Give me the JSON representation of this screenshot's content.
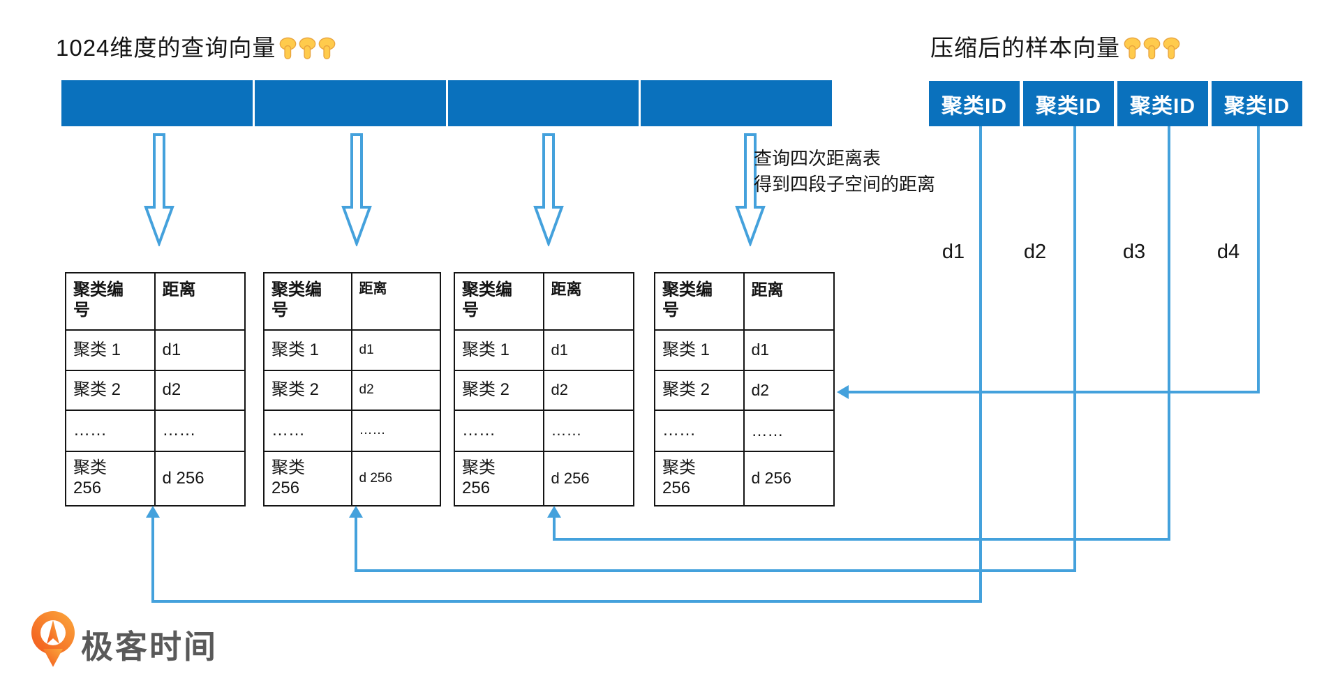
{
  "titles": {
    "query": {
      "text": "1024维度的查询向量",
      "emojis": "👇👇👇"
    },
    "sample": {
      "text": "压缩后的样本向量",
      "emojis": "👇👇👇"
    }
  },
  "query_vector": {
    "segment_count": 4
  },
  "compressed_vector": {
    "cells": [
      "聚类ID",
      "聚类ID",
      "聚类ID",
      "聚类ID"
    ]
  },
  "annotation": {
    "lines": [
      "查询四次距离表",
      "得到四段子空间的距离"
    ]
  },
  "distance_labels": [
    "d1",
    "d2",
    "d3",
    "d4"
  ],
  "distance_tables": [
    {
      "headers": [
        "聚类编\n号",
        "距离"
      ],
      "rows": [
        [
          "聚类 1",
          "d1"
        ],
        [
          "聚类 2",
          "d2"
        ],
        [
          "……",
          "……"
        ],
        [
          "聚类\n256",
          "d 256"
        ]
      ]
    },
    {
      "headers": [
        "聚类编\n号",
        "距离"
      ],
      "rows": [
        [
          "聚类 1",
          "d1"
        ],
        [
          "聚类 2",
          "d2"
        ],
        [
          "……",
          "……"
        ],
        [
          "聚类\n256",
          "d 256"
        ]
      ]
    },
    {
      "headers": [
        "聚类编\n号",
        "距离"
      ],
      "rows": [
        [
          "聚类 1",
          "d1"
        ],
        [
          "聚类 2",
          "d2"
        ],
        [
          "……",
          "……"
        ],
        [
          "聚类\n256",
          "d 256"
        ]
      ]
    },
    {
      "headers": [
        "聚类编\n号",
        "距离"
      ],
      "rows": [
        [
          "聚类 1",
          "d1"
        ],
        [
          "聚类 2",
          "d2"
        ],
        [
          "……",
          "……"
        ],
        [
          "聚类\n256",
          "d 256"
        ]
      ]
    }
  ],
  "logo": {
    "brand": "极客时间"
  },
  "colors": {
    "vector_blue": "#0A71BD",
    "connector_blue": "#44A1DC",
    "logo_orange": "#F4671F",
    "logo_gray": "#595959"
  }
}
